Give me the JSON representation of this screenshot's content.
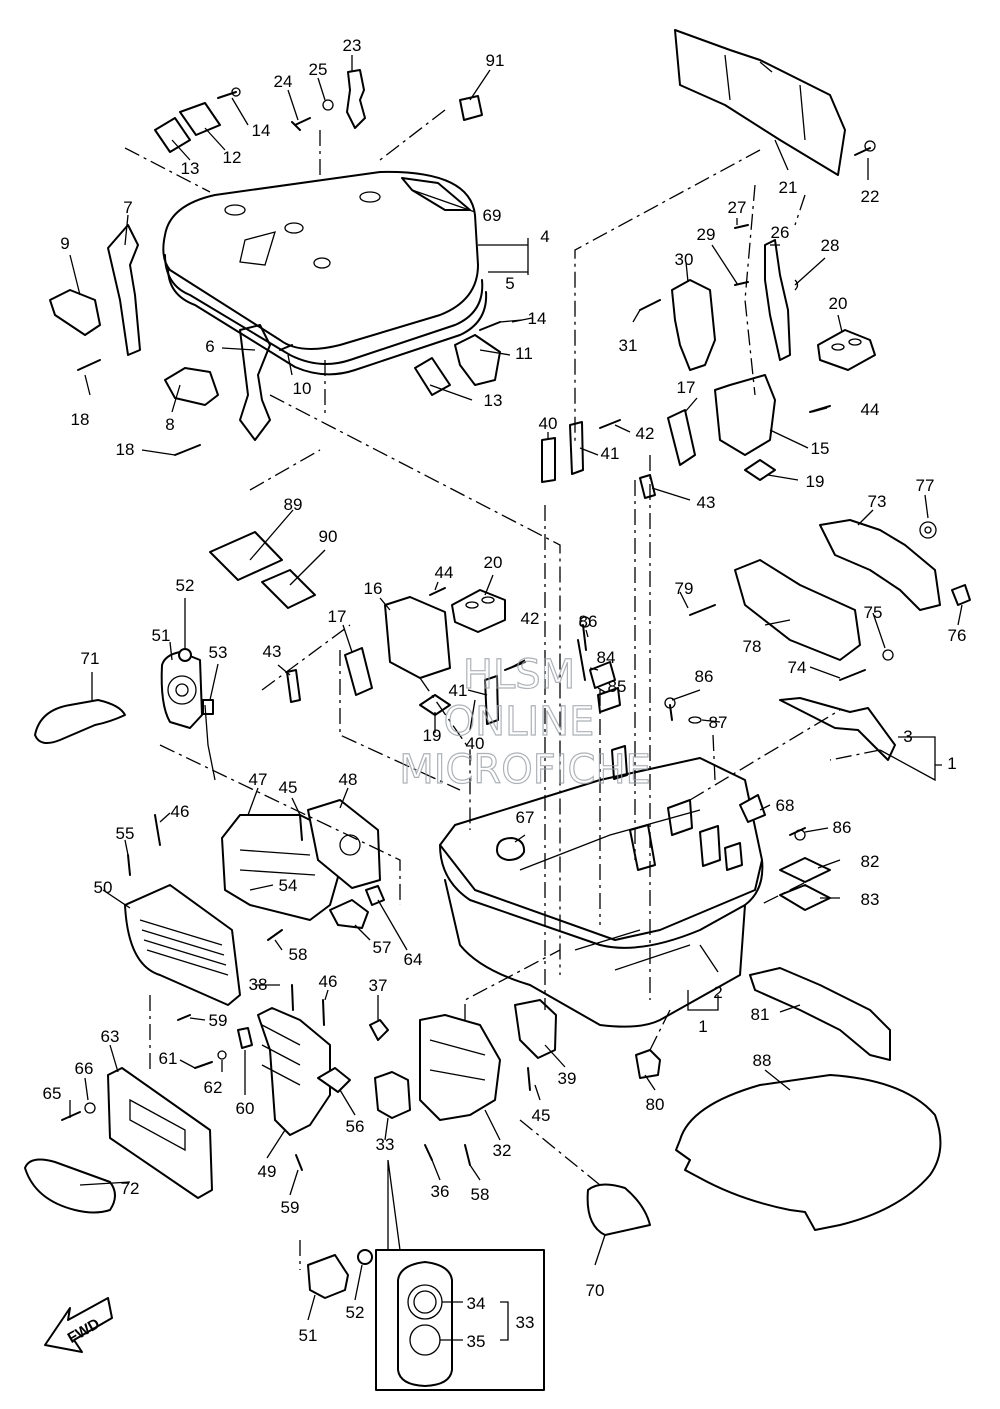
{
  "watermark": {
    "line1": "HLSM",
    "line2": "ONLINE",
    "line3": "MICROFICHE"
  },
  "direction_marker": {
    "label": "FWD",
    "icon": "forward-arrow-icon"
  },
  "callouts": {
    "c1a": "1",
    "c1b": "1",
    "c2": "2",
    "c3": "3",
    "c4": "4",
    "c5": "5",
    "c6": "6",
    "c7": "7",
    "c8": "8",
    "c9": "9",
    "c10": "10",
    "c11": "11",
    "c12": "12",
    "c13a": "13",
    "c13b": "13",
    "c14a": "14",
    "c14b": "14",
    "c15": "15",
    "c16": "16",
    "c17a": "17",
    "c17b": "17",
    "c18a": "18",
    "c18b": "18",
    "c19a": "19",
    "c19b": "19",
    "c20a": "20",
    "c20b": "20",
    "c21": "21",
    "c22": "22",
    "c23": "23",
    "c24": "24",
    "c25": "25",
    "c26": "26",
    "c27": "27",
    "c28": "28",
    "c29": "29",
    "c30": "30",
    "c31": "31",
    "c32": "32",
    "c33a": "33",
    "c33b": "33",
    "c34": "34",
    "c35": "35",
    "c36": "36",
    "c37": "37",
    "c38": "38",
    "c39": "39",
    "c40a": "40",
    "c40b": "40",
    "c41a": "41",
    "c41b": "41",
    "c42a": "42",
    "c42b": "42",
    "c43a": "43",
    "c43b": "43",
    "c44a": "44",
    "c44b": "44",
    "c45a": "45",
    "c45b": "45",
    "c46a": "46",
    "c46b": "46",
    "c47": "47",
    "c48": "48",
    "c49": "49",
    "c50": "50",
    "c51a": "51",
    "c51b": "51",
    "c52a": "52",
    "c52b": "52",
    "c53": "53",
    "c54": "54",
    "c55": "55",
    "c56": "56",
    "c57": "57",
    "c58a": "58",
    "c58b": "58",
    "c59a": "59",
    "c59b": "59",
    "c60": "60",
    "c61": "61",
    "c62": "62",
    "c63": "63",
    "c64": "64",
    "c65": "65",
    "c66": "66",
    "c67": "67",
    "c68": "68",
    "c69": "69",
    "c70": "70",
    "c71": "71",
    "c72": "72",
    "c73": "73",
    "c74": "74",
    "c75": "75",
    "c76": "76",
    "c77": "77",
    "c78": "78",
    "c79": "79",
    "c80": "80",
    "c81": "81",
    "c82": "82",
    "c83": "83",
    "c84": "84",
    "c85": "85",
    "c86a": "86",
    "c86b": "86",
    "c86c": "86",
    "c87": "87",
    "c88": "88",
    "c89": "89",
    "c90": "90",
    "c91": "91"
  }
}
